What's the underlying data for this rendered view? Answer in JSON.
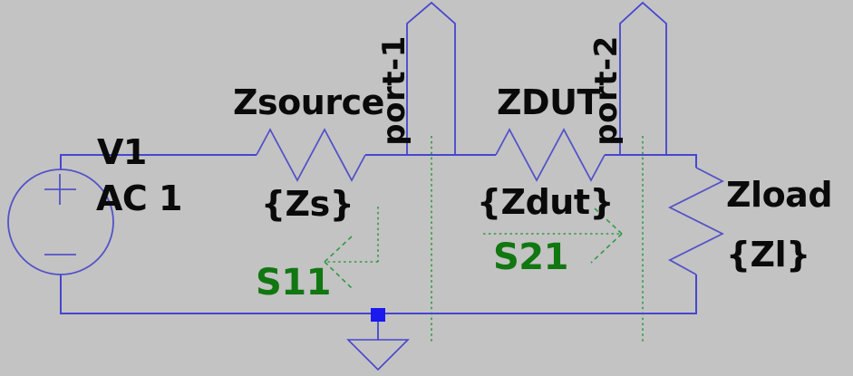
{
  "app": {
    "canvas": "spice-schematic",
    "background_color": "#c3c3c3"
  },
  "colors": {
    "wire_blue": "#4646d0",
    "symbol_blue": "#5353c8",
    "junction_blue": "#1a1aee",
    "annotation_green": "#2e9a42",
    "sparam_green": "#117711",
    "label_black": "#0a0a0a"
  },
  "components": {
    "source": {
      "name": "V1",
      "value": "AC 1"
    },
    "zsource": {
      "name": "Zsource",
      "value": "{Zs}"
    },
    "zdut": {
      "name": "ZDUT",
      "value": "{Zdut}"
    },
    "zload": {
      "name": "Zload",
      "value": "{Zl}"
    },
    "port1": {
      "label": "port-1"
    },
    "port2": {
      "label": "port-2"
    }
  },
  "annotations": {
    "s11": {
      "label": "S11"
    },
    "s21": {
      "label": "S21"
    }
  }
}
